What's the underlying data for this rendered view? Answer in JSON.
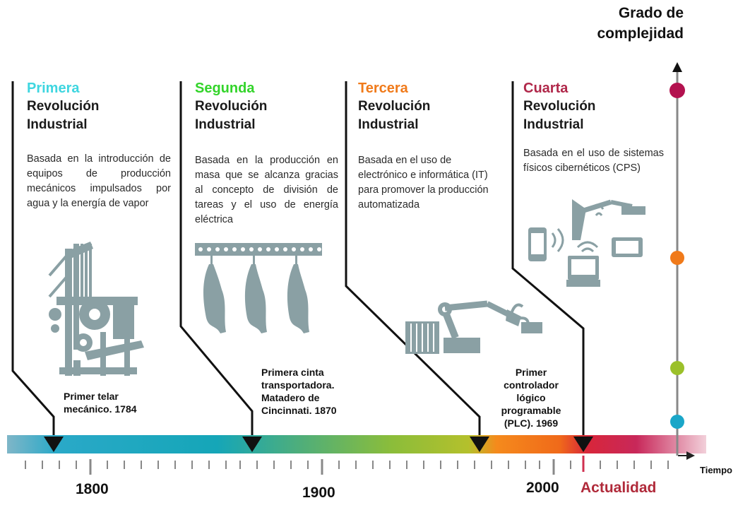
{
  "axis": {
    "y_title_line1": "Grado de",
    "y_title_line2": "complejidad",
    "x_title": "Tiempo"
  },
  "years": {
    "y1800": "1800",
    "y1900": "1900",
    "y2000": "2000",
    "current": "Actualidad"
  },
  "revolutions": [
    {
      "ordinal": "Primera",
      "line2": "Revolución",
      "line3": "Industrial",
      "color": "#3fd6e0",
      "description": "Basada en la introducción de equipos de producción mecánicos impulsados por agua y la energía de vapor",
      "event": "Primer telar mecánico. 1784",
      "icon": "mechanical-loom-icon"
    },
    {
      "ordinal": "Segunda",
      "line2": "Revolución",
      "line3": "Industrial",
      "color": "#33d42a",
      "description": "Basada en la producción en masa que se alcanza gracias al concepto de división de tareas y el uso de energía eléctrica",
      "event": "Primera cinta transportadora. Matadero de Cincinnati. 1870",
      "icon": "conveyor-belt-icon"
    },
    {
      "ordinal": "Tercera",
      "line2": "Revolución",
      "line3": "Industrial",
      "color": "#f07a1a",
      "description": "Basada en el uso de electrónico e informática (IT) para promover la producción automatizada",
      "event": "Primer controlador lógico programable (PLC). 1969",
      "icon": "robot-arm-icon"
    },
    {
      "ordinal": "Cuarta",
      "line2": "Revolución",
      "line3": "Industrial",
      "color": "#b0284a",
      "description": "Basada en el uso de sistemas físicos cibernéticos (CPS)",
      "event": "",
      "icon": "cyber-physical-systems-icon"
    }
  ],
  "complexity_levels": [
    "#1aa6c8",
    "#9bc02a",
    "#f07a1a",
    "#b3124f"
  ],
  "colors": {
    "icon_gray": "#8aa0a4",
    "current_red": "#b02a3a"
  }
}
